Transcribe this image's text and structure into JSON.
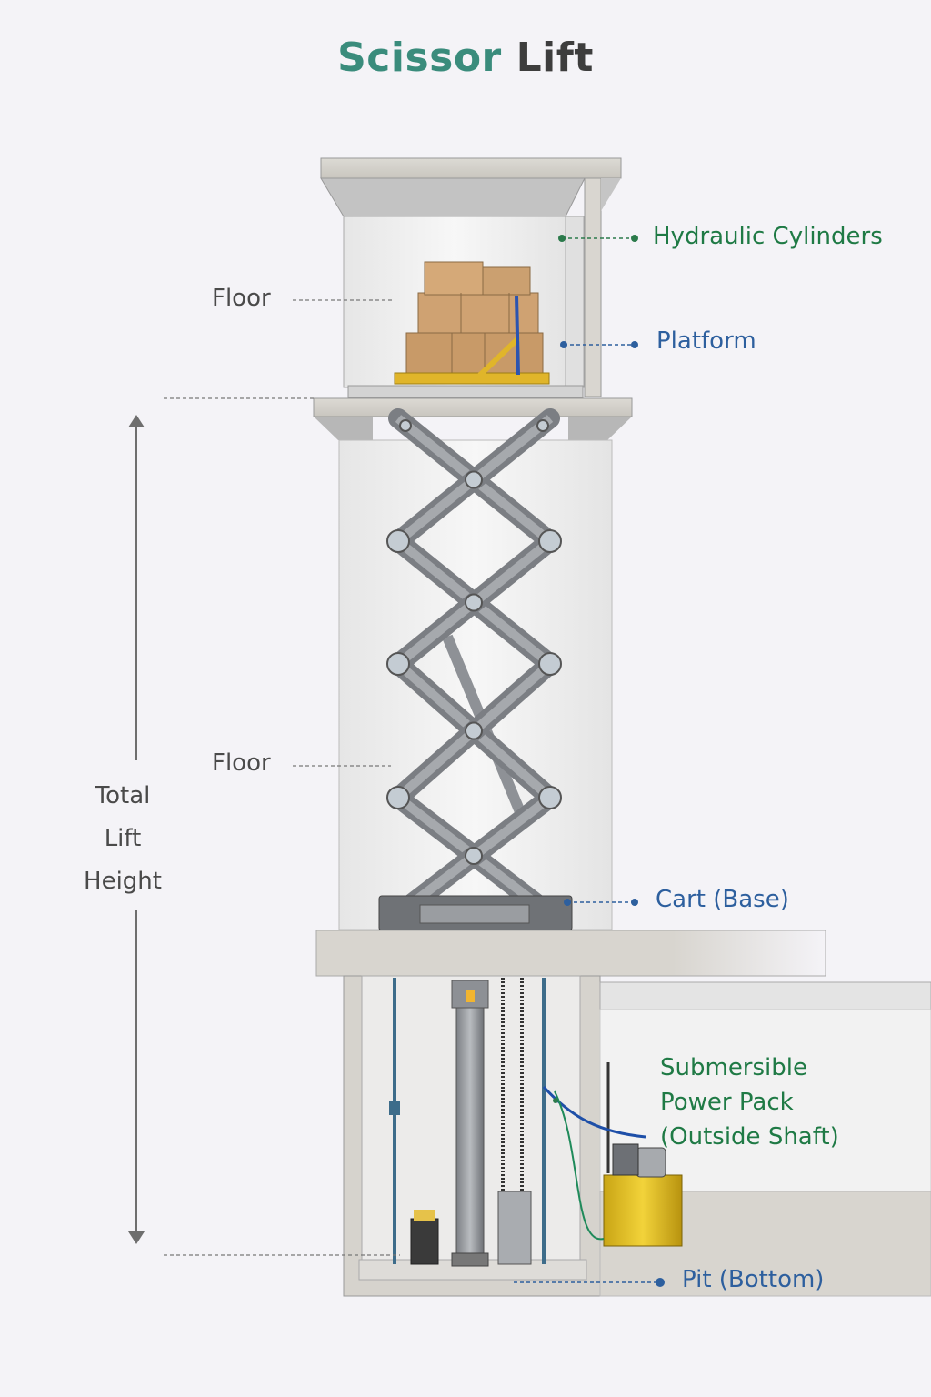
{
  "title": {
    "part1": "Scissor",
    "part2": "Lift"
  },
  "colors": {
    "title_accent": "#3a8c7c",
    "title_dark": "#3d3d3d",
    "green_label": "#1f7a45",
    "blue_label": "#2d5f9e",
    "gray_label": "#4a4a4a"
  },
  "labels": {
    "floor_upper": "Floor",
    "floor_middle": "Floor",
    "hydraulic_cylinders": "Hydraulic Cylinders",
    "platform": "Platform",
    "cart_base": "Cart (Base)",
    "power_pack": [
      "Submersible",
      "Power Pack",
      "(Outside Shaft)"
    ],
    "pit_bottom": "Pit (Bottom)",
    "total_lift_height": [
      "Total",
      "Lift",
      "Height"
    ]
  }
}
